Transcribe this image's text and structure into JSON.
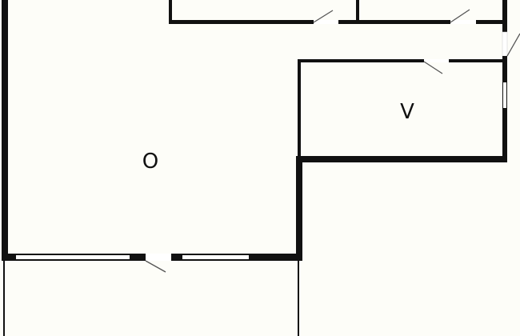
{
  "floorplan": {
    "rooms": [
      {
        "id": "main",
        "label": "O"
      },
      {
        "id": "side",
        "label": "V"
      }
    ],
    "colors": {
      "background": "#fdfdf8",
      "wall": "#111111",
      "opening": "#ffffff"
    }
  }
}
